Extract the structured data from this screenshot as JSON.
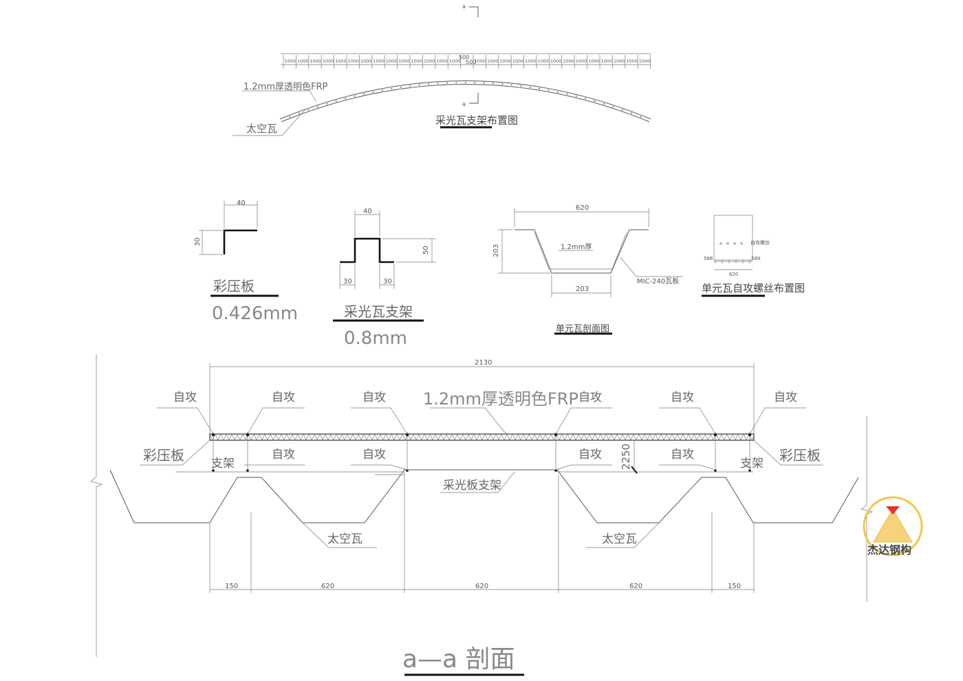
{
  "arch_plan": {
    "section_mark": "a",
    "dim_1000": "1000",
    "dim_500": "500",
    "label_frp": "1.2mm厚透明色FRP",
    "label_tile": "太空瓦",
    "title": "采光瓦支架布置图"
  },
  "details": {
    "angle_w": "40",
    "angle_h": "30",
    "steel_label": "彩压板",
    "steel_thickness": "0.426mm",
    "hat_top": "40",
    "hat_h": "50",
    "hat_flange_l": "30",
    "hat_flange_r": "30",
    "bracket_label": "采光瓦支架",
    "bracket_thickness": "0.8mm",
    "unit_top": "620",
    "unit_h": "203",
    "unit_bottom": "203",
    "unit_thick": "1.2mm厚",
    "unit_model": "MIC-240瓦板",
    "unit_title": "单元瓦剖面图",
    "screw_title": "单元瓦自攻螺丝布置图",
    "screw_label": "自攻螺丝",
    "screw_620": "620",
    "screw_588": "588",
    "screw_589": "589"
  },
  "section": {
    "total": "2130",
    "frp": "1.2mm厚透明色FRP",
    "self_tap": "自攻",
    "steel": "彩压板",
    "bracket": "支架",
    "bracket_plate": "采光板支架",
    "tile": "太空瓦",
    "height": "2250",
    "dim_150": "150",
    "dim_620": "620",
    "title": "a—a  剖面"
  },
  "logo": {
    "text": "杰达钢构",
    "color": "#e3342f",
    "ring_color": "#f4c54a"
  }
}
